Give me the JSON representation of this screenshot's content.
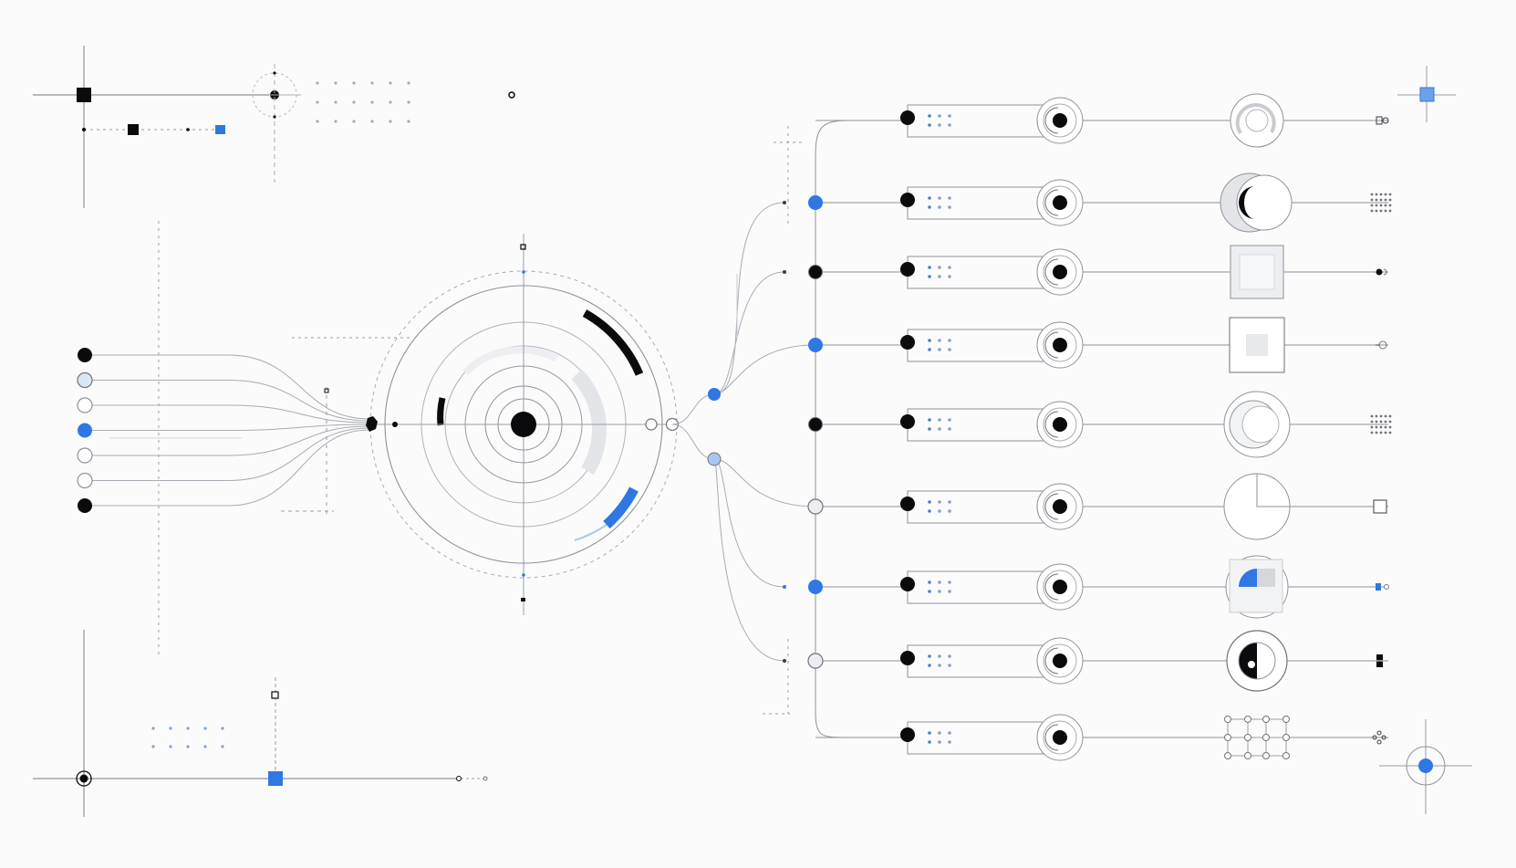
{
  "diagram": {
    "colors": {
      "background": "#fbfbfc",
      "line": "#9a9ca3",
      "line_light": "#c9cbd1",
      "ink": "#0b0b0d",
      "accent": "#2f78e3",
      "accent_light": "#a9c7f2"
    },
    "inputs": [
      {
        "style": "solid"
      },
      {
        "style": "light"
      },
      {
        "style": "hollow"
      },
      {
        "style": "blue"
      },
      {
        "style": "hollow"
      },
      {
        "style": "hollow"
      },
      {
        "style": "solid"
      }
    ],
    "branches": [
      {
        "junction": "none",
        "end_shape": "ring-arc",
        "end_glyph": "tiny-pair"
      },
      {
        "junction": "blue",
        "end_shape": "crescent",
        "end_glyph": "dot-grid"
      },
      {
        "junction": "solid",
        "end_shape": "square-shaded",
        "end_glyph": "dot-hook"
      },
      {
        "junction": "blue",
        "end_shape": "square-inner",
        "end_glyph": "hook"
      },
      {
        "junction": "solid",
        "end_shape": "circle-overlap",
        "end_glyph": "dot-grid"
      },
      {
        "junction": "hollow",
        "end_shape": "circle-quarter",
        "end_glyph": "square-outline"
      },
      {
        "junction": "blue",
        "end_shape": "circle-blue",
        "end_glyph": "blue-pin"
      },
      {
        "junction": "hollow",
        "end_shape": "circle-yin",
        "end_glyph": "dark-bar"
      },
      {
        "junction": "none",
        "end_shape": "node-grid",
        "end_glyph": "diamond-dots"
      }
    ]
  }
}
